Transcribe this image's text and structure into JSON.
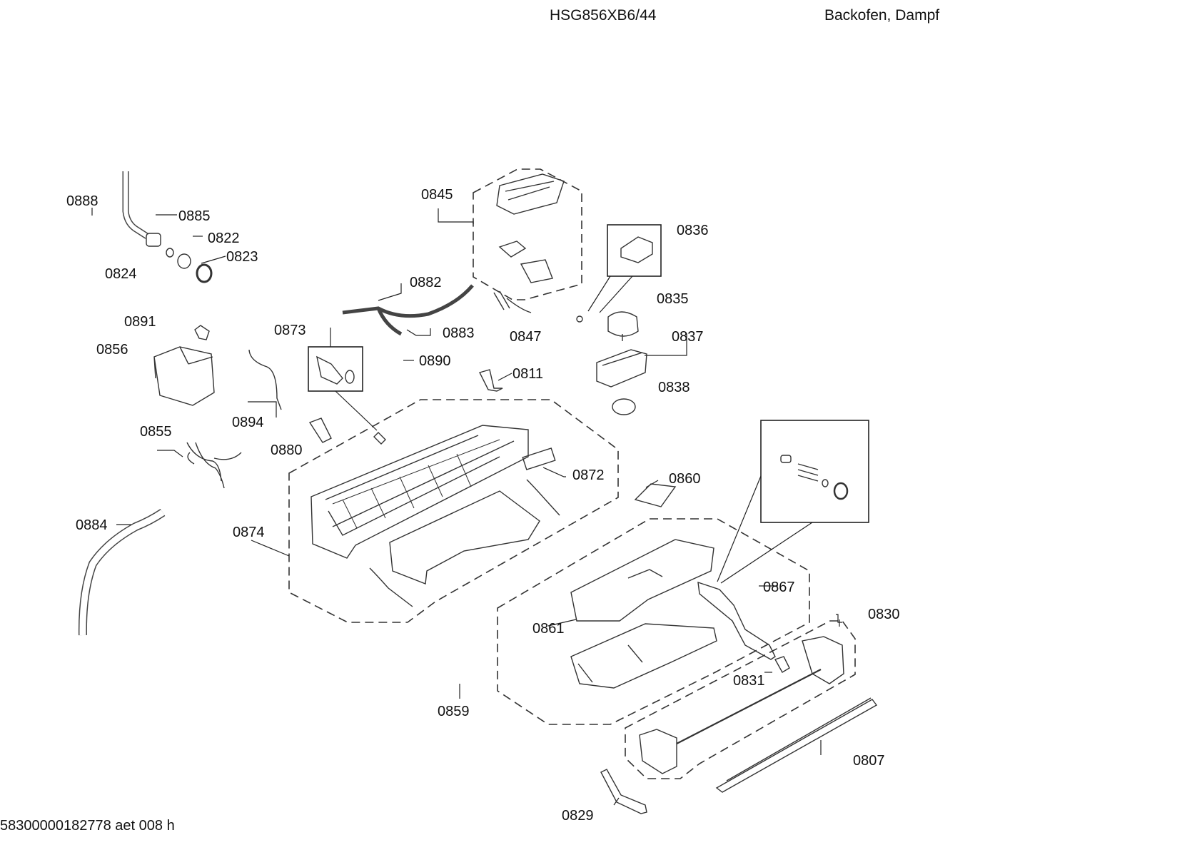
{
  "header": {
    "model": "HSG856XB6/44",
    "type": "Backofen, Dampf"
  },
  "footer": {
    "doc_id": "58300000182778 aet 008 h"
  },
  "parts": {
    "p0888": "0888",
    "p0885": "0885",
    "p0822": "0822",
    "p0823": "0823",
    "p0824": "0824",
    "p0845": "0845",
    "p0836": "0836",
    "p0882": "0882",
    "p0835": "0835",
    "p0891": "0891",
    "p0873": "0873",
    "p0883": "0883",
    "p0847": "0847",
    "p0837": "0837",
    "p0856": "0856",
    "p0890": "0890",
    "p0811": "0811",
    "p0838": "0838",
    "p0894": "0894",
    "p0855": "0855",
    "p0880": "0880",
    "p0872": "0872",
    "p0860": "0860",
    "p0884": "0884",
    "p0874": "0874",
    "p0867": "0867",
    "p0830": "0830",
    "p0861": "0861",
    "p0831": "0831",
    "p0859": "0859",
    "p0807": "0807",
    "p0829": "0829"
  }
}
